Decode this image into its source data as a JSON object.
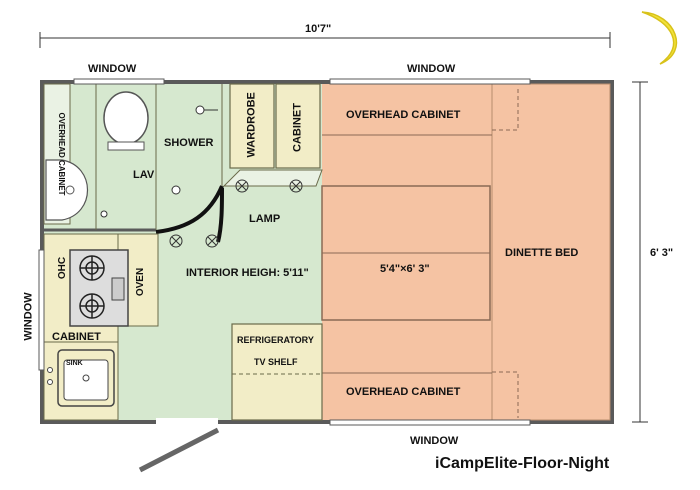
{
  "dimensions": {
    "width": "10'7\"",
    "height": "6' 3\""
  },
  "windows": {
    "top_left": "WINDOW",
    "top_right": "WINDOW",
    "left": "WINDOW",
    "bottom": "WINDOW"
  },
  "rooms": {
    "overhead_cabinet_left": "OVERHEAD CABINET",
    "lav": "LAV",
    "shower": "SHOWER",
    "wardrobe": "WARDROBE",
    "cabinet_top": "CABINET",
    "overhead_cabinet_top": "OVERHEAD CABINET",
    "lamp": "LAMP",
    "interior_height": "INTERIOR HEIGH: 5'11\"",
    "bed_size": "5'4\"×6' 3\"",
    "dinette_bed": "DINETTE BED",
    "ohc": "OHC",
    "oven": "OVEN",
    "cabinet_kitchen": "CABINET",
    "sink": "SINK",
    "refrigeratory": "REFRIGERATORY",
    "tv_shelf": "TV SHELF",
    "overhead_cabinet_bottom": "OVERHEAD CABINET"
  },
  "caption": "iCampElite-Floor-Night",
  "colors": {
    "green_floor": "#d6e8cf",
    "bed": "#f5c3a3",
    "cabinet_yellow": "#f2edc7",
    "wall": "#5a5a5a",
    "moon": "#f2e23a"
  },
  "icons": [
    "moon-icon",
    "toilet-icon",
    "stove-burner-icon",
    "sink-icon",
    "lamp-icon"
  ]
}
